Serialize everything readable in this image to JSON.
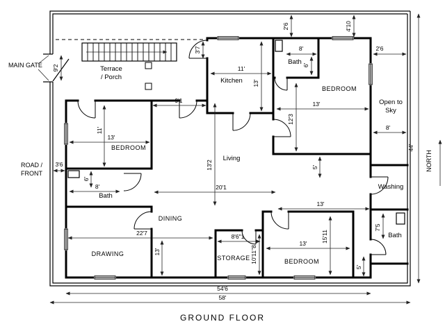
{
  "title": "GROUND FLOOR",
  "site": {
    "main_gate": "MAIN GATE",
    "road_line1": "ROAD /",
    "road_line2": "FRONT",
    "north": "NORTH"
  },
  "rooms": {
    "terrace_line1": "Terrace",
    "terrace_line2": "/ Porch",
    "kitchen": "Kitchen",
    "bath_top": "Bath",
    "bedroom_top_right": "BEDROOM",
    "open_sky_line1": "Open to",
    "open_sky_line2": "Sky",
    "bedroom_left": "BEDROOM",
    "living": "Living",
    "bath_left": "Bath",
    "dining": "DINING",
    "drawing": "DRAWING",
    "storage": "STORAGE",
    "bedroom_bottom": "BEDROOM",
    "washing": "Washing",
    "bath_bottom_right": "Bath"
  },
  "dims": {
    "gate_w": "9'2",
    "side_setback": "3'6",
    "top_kitchen_off": "2'6",
    "top_bedroom_off": "4'10",
    "right_bedroom_off": "2'6",
    "bath_top_w": "8'",
    "bath_top_h": "6'",
    "entry_w": "3'7",
    "kitchen_w": "11'",
    "kitchen_h": "13'",
    "porch_front": "9'1",
    "bedroom_tr_w": "13'",
    "bedroom_tr_h": "12'3",
    "open_sky_w": "8'",
    "bedroom_left_h": "11'",
    "bedroom_left_w": "13'",
    "living_h": "13'2",
    "passage_w": "5'",
    "bath_left_h": "6'",
    "bath_left_w": "8'",
    "living_w": "20'1",
    "hall_w": "13'",
    "bath_br_h": "7'5",
    "drawing_w": "22'7",
    "drawing_h": "13'",
    "storage_w": "8'6\"1",
    "storage_h": "10'11\"8",
    "bedroom_b_w": "13'",
    "bedroom_b_h": "15'11",
    "corridor_w": "5'",
    "house_w": "54'6",
    "plot_w": "58'",
    "plot_h": "44'"
  }
}
